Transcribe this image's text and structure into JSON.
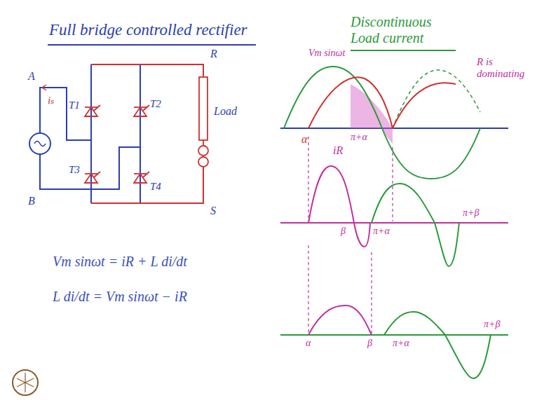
{
  "diagram": {
    "title": "Full bridge controlled rectifier",
    "labels": [
      "Discontinuous Load current",
      "A",
      "B",
      "iₛ",
      "T1",
      "T2",
      "T3",
      "T4",
      "R",
      "S",
      "Load",
      "Vm sinωt",
      "α",
      "π+α",
      "R is dominating",
      "iR",
      "β",
      "π+α",
      "π+β",
      "α",
      "β",
      "π+α",
      "π+β",
      "Vm sinωt = iR + L di/dt",
      "L di/dt = Vm sinωt − iR"
    ]
  }
}
